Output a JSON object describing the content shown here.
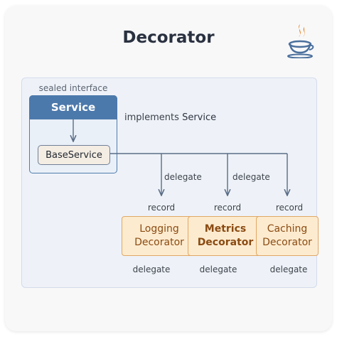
{
  "diagram": {
    "title": "Decorator",
    "interface_stereotype": "sealed interface",
    "interface_name": "Service",
    "base_class": "BaseService",
    "implements_prefix": "implements",
    "implements_target": "Service",
    "delegate_arrow_labels": [
      "delegate",
      "delegate"
    ],
    "decorators": [
      {
        "stereotype": "record",
        "line1": "Logging",
        "line2": "Decorator",
        "footer": "delegate"
      },
      {
        "stereotype": "record",
        "line1": "Metrics",
        "line2": "Decorator",
        "footer": "delegate"
      },
      {
        "stereotype": "record",
        "line1": "Caching",
        "line2": "Decorator",
        "footer": "delegate"
      }
    ]
  },
  "colors": {
    "interface_header": "#4c79ac",
    "decorator_fill": "#fdebcf",
    "decorator_border": "#e0a764",
    "decorator_text": "#8a4b12",
    "java_logo": "#e76f00"
  },
  "icons": {
    "logo": "java-coffee-cup-icon"
  }
}
